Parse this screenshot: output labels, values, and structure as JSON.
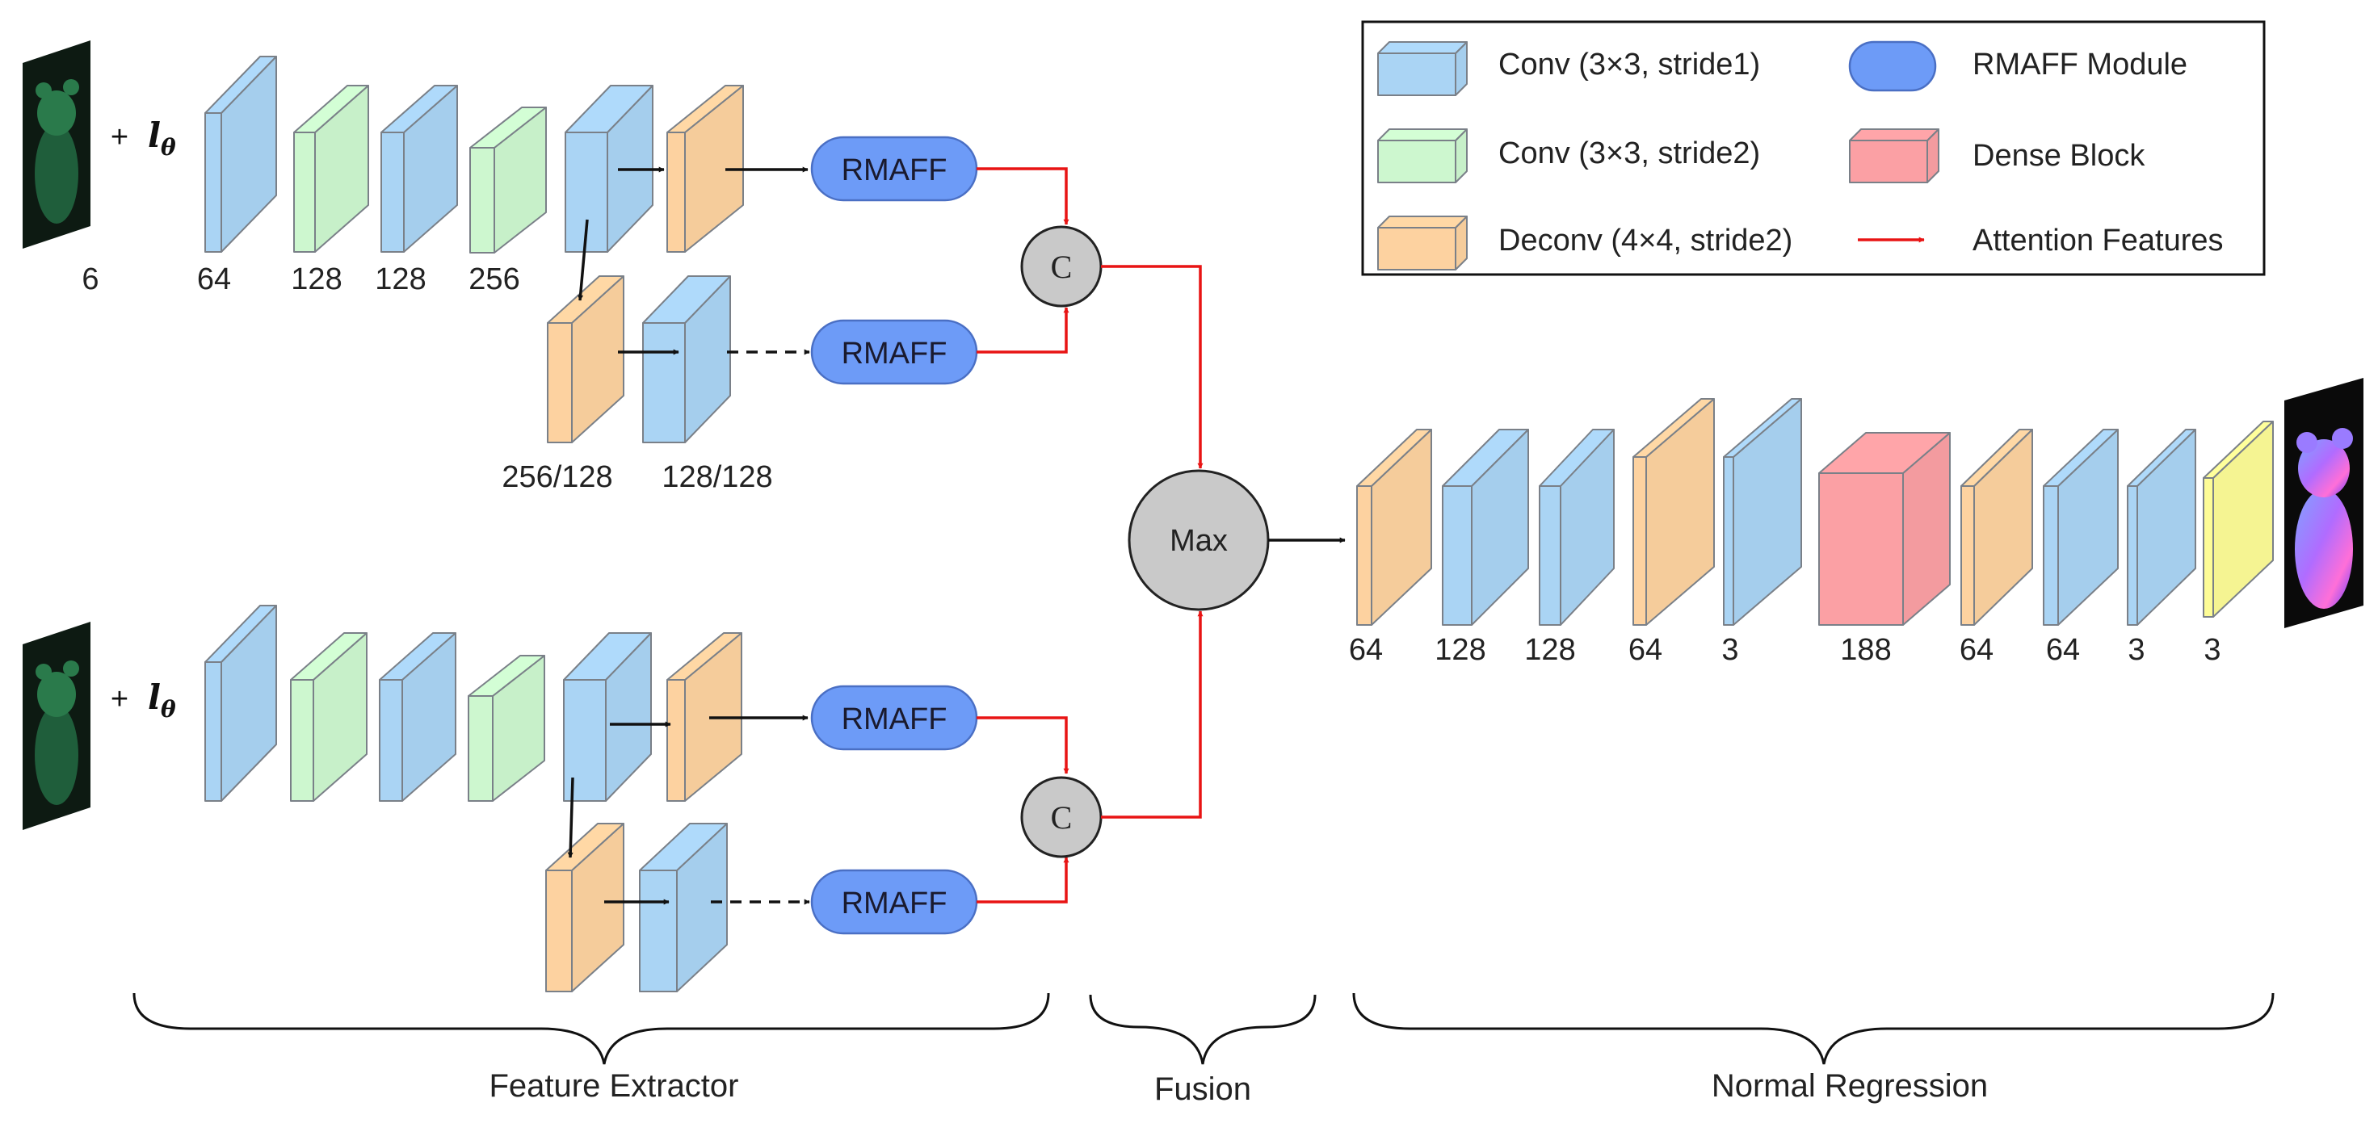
{
  "colors": {
    "conv1": "#aad4f4",
    "conv2": "#cdf7cf",
    "deconv": "#fdd2a0",
    "dense": "#fba0a4",
    "output": "#fdfc96",
    "module": "#6d9bf7",
    "node": "#c9c9c9",
    "attention": "#e81414"
  },
  "inputs": {
    "input_channels": "6",
    "plus": "+",
    "light_symbol": "l",
    "light_subscript": "θ"
  },
  "branch_top": {
    "channels": [
      "64",
      "128",
      "128",
      "256"
    ],
    "lower_channels": [
      "256/128",
      "128/128"
    ],
    "rmaff_labels": [
      "RMAFF",
      "RMAFF"
    ],
    "concat_label": "C"
  },
  "branch_bottom": {
    "rmaff_labels": [
      "RMAFF",
      "RMAFF"
    ],
    "concat_label": "C"
  },
  "fusion": {
    "max_label": "Max"
  },
  "regression": {
    "channels": [
      "64",
      "128",
      "128",
      "64",
      "3",
      "188",
      "64",
      "64",
      "3",
      "3"
    ]
  },
  "sections": {
    "feature_extractor": "Feature Extractor",
    "fusion": "Fusion",
    "normal_regression": "Normal Regression"
  },
  "legend": {
    "conv1": "Conv (3×3,  stride1)",
    "conv2": "Conv (3×3,  stride2)",
    "deconv": "Deconv (4×4,  stride2)",
    "module": "RMAFF Module",
    "dense": "Dense Block",
    "attention": "Attention Features"
  }
}
